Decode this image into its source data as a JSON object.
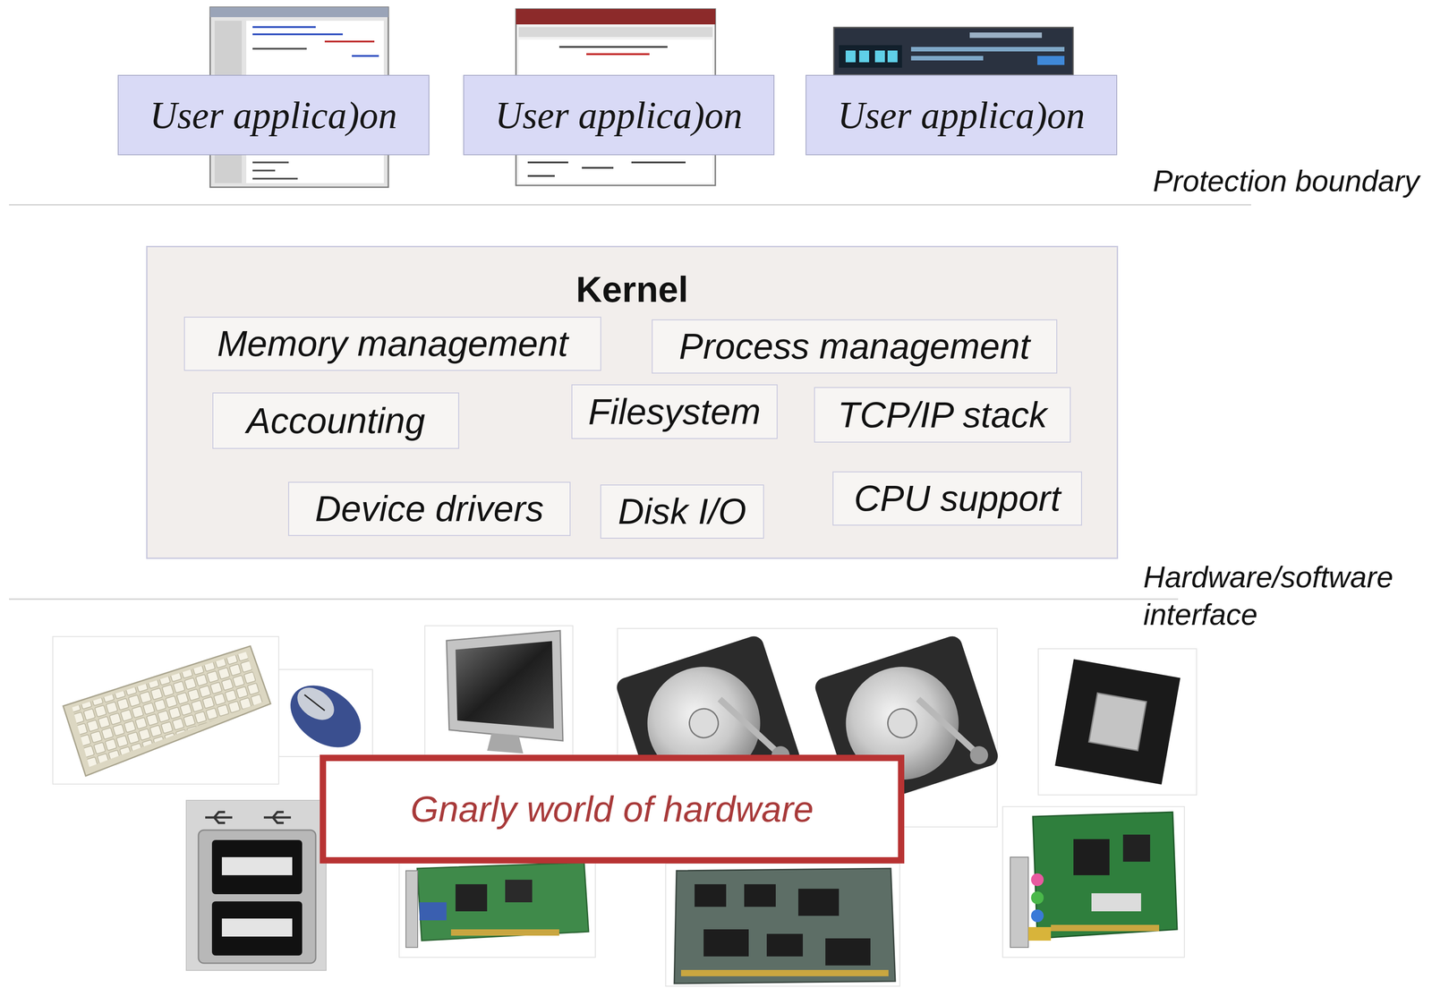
{
  "diagram": {
    "nodes": [
      {
        "text": [
          "User applica)on"
        ]
      },
      {
        "text": [
          "User applica)on"
        ]
      },
      {
        "text": [
          "User applica)on"
        ]
      },
      {
        "text": [
          "Kernel"
        ]
      },
      {
        "text": [
          "Memory management"
        ],
        "in": 3
      },
      {
        "text": [
          "Process management"
        ],
        "in": 3
      },
      {
        "text": [
          "Accounting"
        ],
        "in": 3
      },
      {
        "text": [
          "Filesystem"
        ],
        "in": 3
      },
      {
        "text": [
          "TCP/IP stack"
        ],
        "in": 3
      },
      {
        "text": [
          "Device drivers"
        ],
        "in": 3
      },
      {
        "text": [
          "Disk I/O"
        ],
        "in": 3
      },
      {
        "text": [
          "CPU support"
        ],
        "in": 3
      },
      {
        "text": [
          "Gnarly world of hardware"
        ]
      }
    ],
    "labels": [
      "Protection boundary",
      "Hardware/software interface"
    ]
  }
}
